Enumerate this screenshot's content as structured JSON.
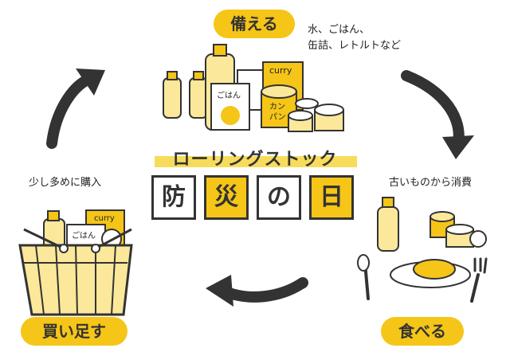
{
  "diagram": {
    "top_label": "備える",
    "top_caption_line1": "水、ごはん、",
    "top_caption_line2": "缶詰、レトルトなど",
    "right_caption": "古いものから消費",
    "bottom_right_label": "食べる",
    "left_caption": "少し多めに購入",
    "bottom_left_label": "買い足す",
    "center_title": "ローリングストック",
    "center_chars": [
      "防",
      "災",
      "の",
      "日"
    ],
    "item_gohan": "ごはん",
    "item_curry": "curry",
    "item_kanpan_1": "カン",
    "item_kanpan_2": "パン"
  },
  "colors": {
    "accent": "#f5c518",
    "light_yellow": "#fbe89a",
    "dark": "#333333"
  }
}
